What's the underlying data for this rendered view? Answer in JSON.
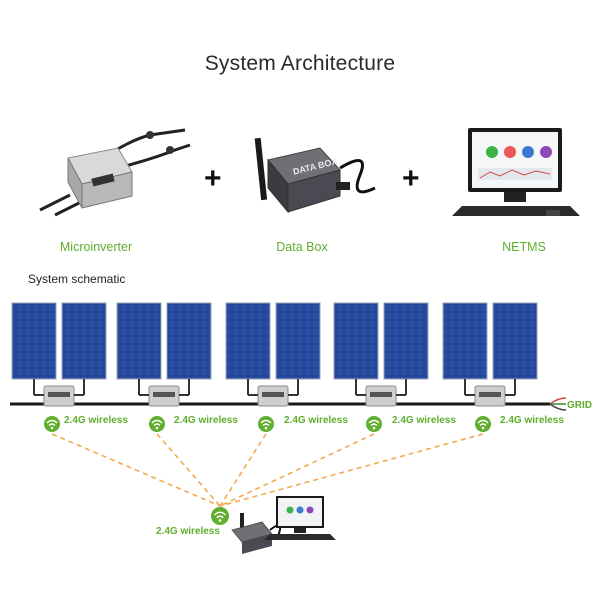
{
  "title": "System Architecture",
  "products": [
    {
      "label": "Microinverter"
    },
    {
      "label": "Data Box"
    },
    {
      "label": "NETMS"
    }
  ],
  "plus_sign": "+",
  "data_box_text": "DATA BOX",
  "schematic": {
    "label": "System schematic",
    "wireless_label": "2.4G wireless",
    "grid_label": "GRID"
  },
  "colors": {
    "accent_green": "#5fae2e",
    "panel_blue": "#1f3f8f",
    "link_dash": "#f2a94f"
  }
}
